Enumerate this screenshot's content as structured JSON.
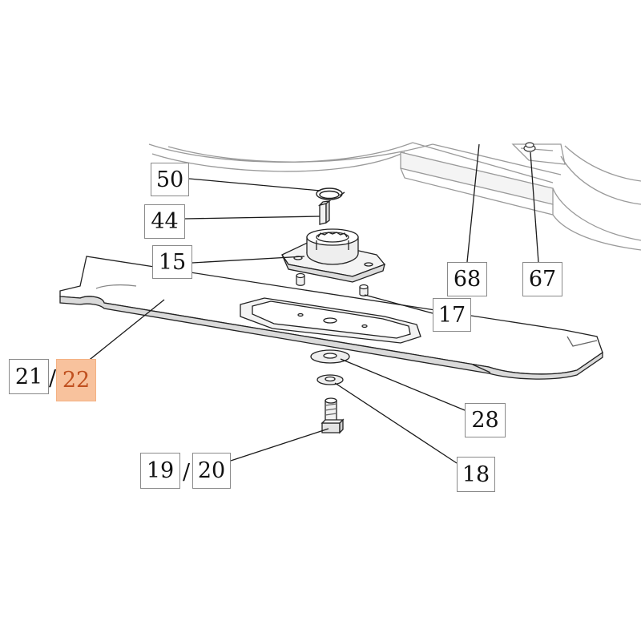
{
  "colors": {
    "line": "#1a1a1a",
    "faint_line": "#9a9a9a",
    "highlight_fill": "#f8c29d",
    "highlight_text": "#c0501f"
  },
  "callouts": {
    "c50": "50",
    "c44": "44",
    "c15": "15",
    "c17": "17",
    "c68": "68",
    "c67": "67",
    "c21": "21",
    "c22": "22",
    "c28": "28",
    "c18": "18",
    "c19": "19",
    "c20": "20"
  },
  "separator": "/",
  "highlighted_part": "22"
}
